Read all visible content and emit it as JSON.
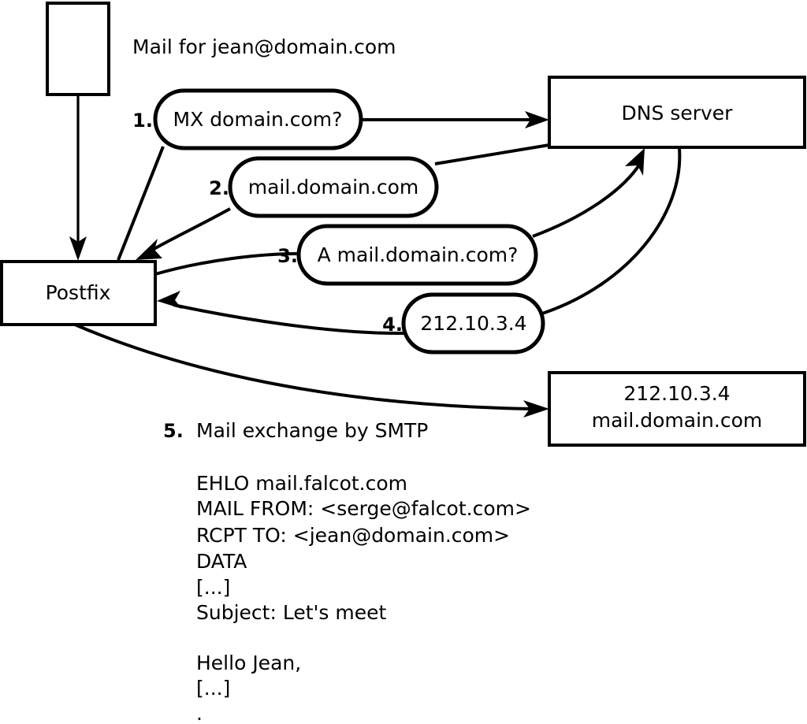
{
  "diagram": {
    "title_caption": "Mail for jean@domain.com",
    "nodes": {
      "source_box": {
        "label": ""
      },
      "postfix": {
        "label": "Postfix"
      },
      "dns_server": {
        "label": "DNS server"
      },
      "target_server": {
        "line1": "212.10.3.4",
        "line2": "mail.domain.com"
      }
    },
    "steps": [
      {
        "num": "1.",
        "label": "MX domain.com?"
      },
      {
        "num": "2.",
        "label": "mail.domain.com"
      },
      {
        "num": "3.",
        "label": "A mail.domain.com?"
      },
      {
        "num": "4.",
        "label": "212.10.3.4"
      }
    ],
    "step5": {
      "num": "5.",
      "label": "Mail exchange by SMTP"
    },
    "smtp_transcript": [
      "EHLO mail.falcot.com",
      "MAIL FROM: <serge@falcot.com>",
      "RCPT TO: <jean@domain.com>",
      "DATA",
      "[...]",
      "Subject: Let's meet",
      "",
      "Hello Jean,",
      "[...]",
      "",
      "."
    ],
    "colors": {
      "stroke": "#000000",
      "fill": "#ffffff",
      "text": "#000000"
    }
  }
}
